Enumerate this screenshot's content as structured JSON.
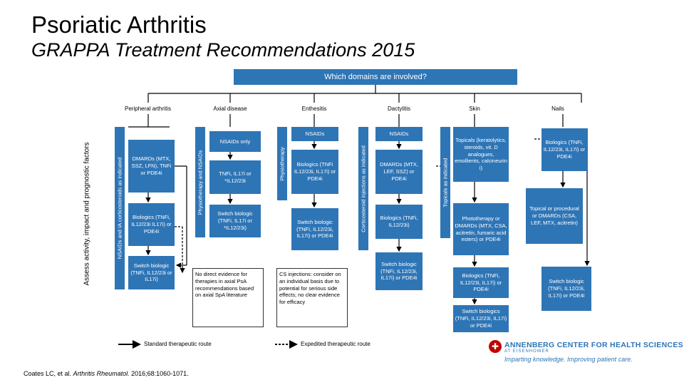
{
  "title": "Psoriatic Arthritis",
  "subtitle": "GRAPPA Treatment Recommendations 2015",
  "question": "Which domains are involved?",
  "side_label": "Assess activity, impact and prognostic factors",
  "domains": {
    "peripheral": "Peripheral arthritis",
    "axial": "Axial disease",
    "enthesitis": "Enthesitis",
    "dactylitis": "Dactylitis",
    "skin": "Skin",
    "nails": "Nails"
  },
  "vertical_bars": {
    "peripheral": "NSAIDs and IA corticosteroids as indicated",
    "axial": "Physiotherapy and NSAIDs",
    "enthesitis": "Physiotherapy",
    "dactylitis": "Corticosteroid injections as indicated",
    "skin": "Topicals as indicated"
  },
  "boxes": {
    "peripheral_1": "DMARDs (MTX, SSZ, LFN), TNFi or PDE4i",
    "peripheral_2": "Biologics (TNFi, IL12/23i IL17i) or PDE4i",
    "peripheral_3": "Switch biologic (TNFi, IL12/23i or IL17i)",
    "axial_1": "NSAIDs only",
    "axial_2": "TNFi, IL17i or *IL12/23i",
    "axial_3": "Switch biologic (TNFi, IL17i or *IL12/23i)",
    "axial_note": "No direct evidence for therapies in axial PsA recommendations based on axial SpA literature",
    "enthesitis_1": "NSAIDs",
    "enthesitis_2": "Biologics (TNFi IL12/23i, IL17i) or PDE4i",
    "enthesitis_3": "Switch biologic (TNFi, IL12/23i, IL17i) or PDE4i",
    "enthesitis_note": "CS injections: consider on an individual basis due to potential for serious side effects; no clear evidence for efficacy",
    "dactylitis_1": "NSAIDs",
    "dactylitis_2": "DMARDs (MTX, LEF, SSZ) or PDE4i",
    "dactylitis_3": "Biologics (TNFi, IL12/23i)",
    "dactylitis_4": "Switch biologic (TNFi, IL12/23i, IL17i) or PDE4i",
    "skin_1": "Topicals (keratolytics, steroids, vit. D analogues, emollients, calcineurin i)",
    "skin_2": "Phototherapy or DMARDs (MTX, CSA, acitretin, fumaric acid esters) or PDE4i",
    "skin_3": "Biologics (TNFi, IL12/23i, IL17i) or PDE4i",
    "skin_4": "Switch biologics (TNFi, IL12/23i, IL17i) or PDE4i",
    "nails_1": "Biologics (TNFi, IL12/23i, IL17i) or PDE4i",
    "nails_2": "Topical or procedural or DMARDs (CSA, LEF, MTX, acitretin)",
    "nails_3": "Switch biologic (TNFi, IL12/23i, IL17i) or PDE4i"
  },
  "legend": {
    "standard": "Standard therapeutic route",
    "expedited": "Expedited therapeutic route"
  },
  "citation": {
    "authors": "Coates LC, et al.",
    "journal": "Arthritis Rheumatol.",
    "ref": "2016;68:1060-1071."
  },
  "logo": {
    "name": "ANNENBERG CENTER FOR HEALTH SCIENCES",
    "sub": "AT EISENHOWER",
    "tagline": "Imparting knowledge. Improving patient care."
  },
  "colors": {
    "box_blue": "#2e75b6",
    "logo_red": "#c00000"
  }
}
